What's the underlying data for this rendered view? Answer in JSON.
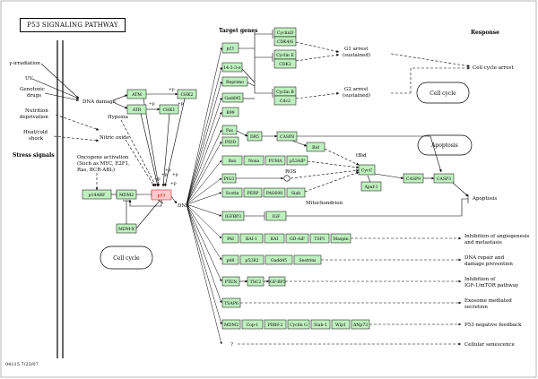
{
  "title": "P53 SIGNALING PATHWAY",
  "footer": "04115 7/23/07",
  "section_headers": {
    "target_genes": "Target genes",
    "response": "Response",
    "stress_signals": "Stress signals"
  },
  "stress_signals": {
    "gamma": "γ-irradiation",
    "uv": "UV",
    "genotoxic_1": "Genotoxic",
    "genotoxic_2": "drugs",
    "nutrition_1": "Nutrition",
    "nutrition_2": "deprivation",
    "heatcold_1": "Heat/cold",
    "heatcold_2": "shock"
  },
  "labels": {
    "dna_damage": "DNA damage",
    "hypoxia": "Hypoxia",
    "nitric_oxide": "Nitric oxide",
    "oncogene_1": "Oncogene activation",
    "oncogene_2": "(Such as MYC, E2F1,",
    "oncogene_3": "Ras, BCR-ABL)",
    "dna": "DNA",
    "ros": "ROS",
    "tbid": "tBid",
    "mitochondrion": "Mitochondrion",
    "p1": "+p",
    "p2": "+p",
    "p3": "+p",
    "p4": "+p",
    "p5": "+p",
    "p6": "+p",
    "p7": "+p",
    "p8": "+p"
  },
  "ellipses": {
    "cell_cycle_right": "Cell cycle",
    "apoptosis": "Apoptosis",
    "cell_cycle_left": "Cell cycle"
  },
  "genes": {
    "atm": "ATM",
    "chk2": "CHK2",
    "atr": "ATR",
    "chk1": "CHK1",
    "p19arf": "p14ARF",
    "mdm2": "MDM2",
    "p53": "p53",
    "mdmx": "MDM-X",
    "p21": "p21",
    "cyclind": "CyclinD",
    "cdk46": "CDK4/6",
    "cycline": "Cyclin E",
    "cdk2": "CDK2",
    "s14": "14-3-3-σ",
    "reprimo": "Reprimo",
    "cyclinb": "Cyclin B",
    "cdc2": "Cdc2",
    "gadd45": "Gadd45",
    "b99": "B99",
    "fas": "Fas",
    "pidd": "PIDD",
    "dr5": "DR5",
    "casp8": "CASP8",
    "bid": "Bid",
    "bax": "Bax",
    "noxa": "Noxa",
    "puma": "PUMA",
    "p53aip": "p53AIP",
    "pig3": "PIG3",
    "cycc": "CycC",
    "apaf1": "Apaf-1",
    "casp9": "CASP9",
    "casp3": "CASP3",
    "scotin": "Scotin",
    "perp": "PERP",
    "pag608": "PAG608",
    "siah": "Siah",
    "igfbp3": "IGFBP3",
    "igf": "IGF",
    "pai": "PAI",
    "bai1": "BAI-1",
    "kai": "KAI",
    "gdaif": "GD-AiF",
    "tsp1": "TSP1",
    "maspin": "Maspin",
    "p48": "p48",
    "p53r2": "p53R2",
    "gadd45b": "Gadd45",
    "sestrin": "Sestrins",
    "pten": "PTEN",
    "tsc2": "TSC2",
    "igfbp3b": "IGF-BP3",
    "tsap6": "TSAP6",
    "mdm2b": "MDM2",
    "cop1": "Cop-1",
    "pirh2": "PIRH-2",
    "cycling": "Cyclin G",
    "siah1": "Siah-1",
    "wip1": "Wip1",
    "dnp73": "ΔNp73"
  },
  "outcomes": {
    "g1_arrest_1": "G1 arrest",
    "g1_arrest_2": "(sustained)",
    "g2_arrest_1": "G2 arrest",
    "g2_arrest_2": "(sustained)",
    "cell_cycle_arrest": "Cell cycle arrest",
    "apoptosis": "Apoptosis",
    "angio_1": "Inhibition of angiogenesis",
    "angio_2": "and metastasis",
    "dna_repair_1": "DNA repair and",
    "dna_repair_2": "damage prevention",
    "igf_1": "Inhibition of",
    "igf_2": "IGF-1/mTOR pathway",
    "exosome_1": "Exosome mediated",
    "exosome_2": "secretion",
    "feedback": "P53 negative feedback",
    "senescence": "Cellular senescence",
    "unknown": "?"
  },
  "colors": {
    "gene_fill": "#bff0bf",
    "gene_border": "#000000",
    "p53_fill": "#ffcccc",
    "p53_text": "#cc0000",
    "line": "#000000"
  }
}
